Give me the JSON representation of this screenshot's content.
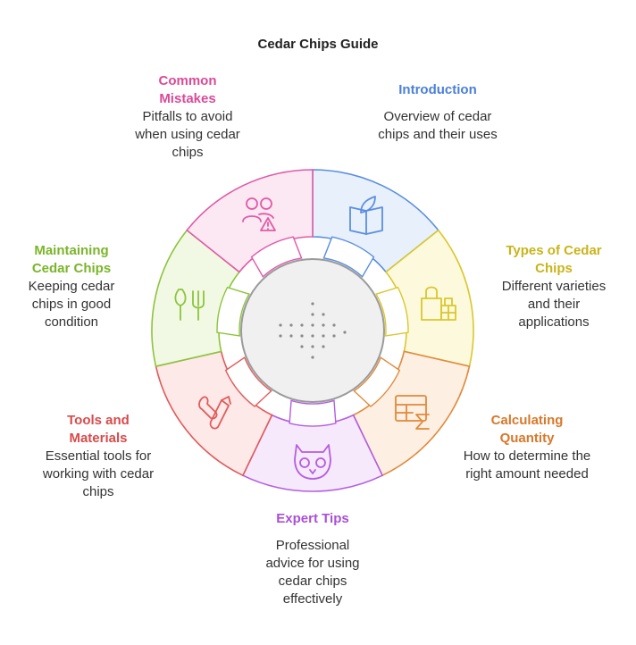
{
  "title": "Cedar Chips Guide",
  "sections": [
    {
      "key": "intro",
      "heading": "Introduction",
      "description": "Overview of cedar chips and their uses",
      "icon": "book-leaf-icon",
      "color": "#5a8ee0",
      "fill": "#e8f0fc"
    },
    {
      "key": "types",
      "heading": "Types of Cedar Chips",
      "description": "Different varieties and their applications",
      "icon": "bags-icon",
      "color": "#d9c72e",
      "fill": "#fdf9dc"
    },
    {
      "key": "quantity",
      "heading": "Calculating Quantity",
      "description": "How to determine the right amount needed",
      "icon": "table-sum-icon",
      "color": "#e08a3c",
      "fill": "#fdefe2"
    },
    {
      "key": "tips",
      "heading": "Expert Tips",
      "description": "Professional advice for using cedar chips effectively",
      "icon": "owl-icon",
      "color": "#b35ee0",
      "fill": "#f7e9fc"
    },
    {
      "key": "tools",
      "heading": "Tools and Materials",
      "description": "Essential tools for working with cedar chips",
      "icon": "tools-icon",
      "color": "#e05a5a",
      "fill": "#fde9e8"
    },
    {
      "key": "maintain",
      "heading": "Maintaining Cedar Chips",
      "description": "Keeping cedar chips in good condition",
      "icon": "garden-tools-icon",
      "color": "#8cc43c",
      "fill": "#f1f9e4"
    },
    {
      "key": "mistakes",
      "heading": "Common Mistakes",
      "description": "Pitfalls to avoid when using cedar chips",
      "icon": "users-warning-icon",
      "color": "#e05aa8",
      "fill": "#fce8f2"
    }
  ]
}
